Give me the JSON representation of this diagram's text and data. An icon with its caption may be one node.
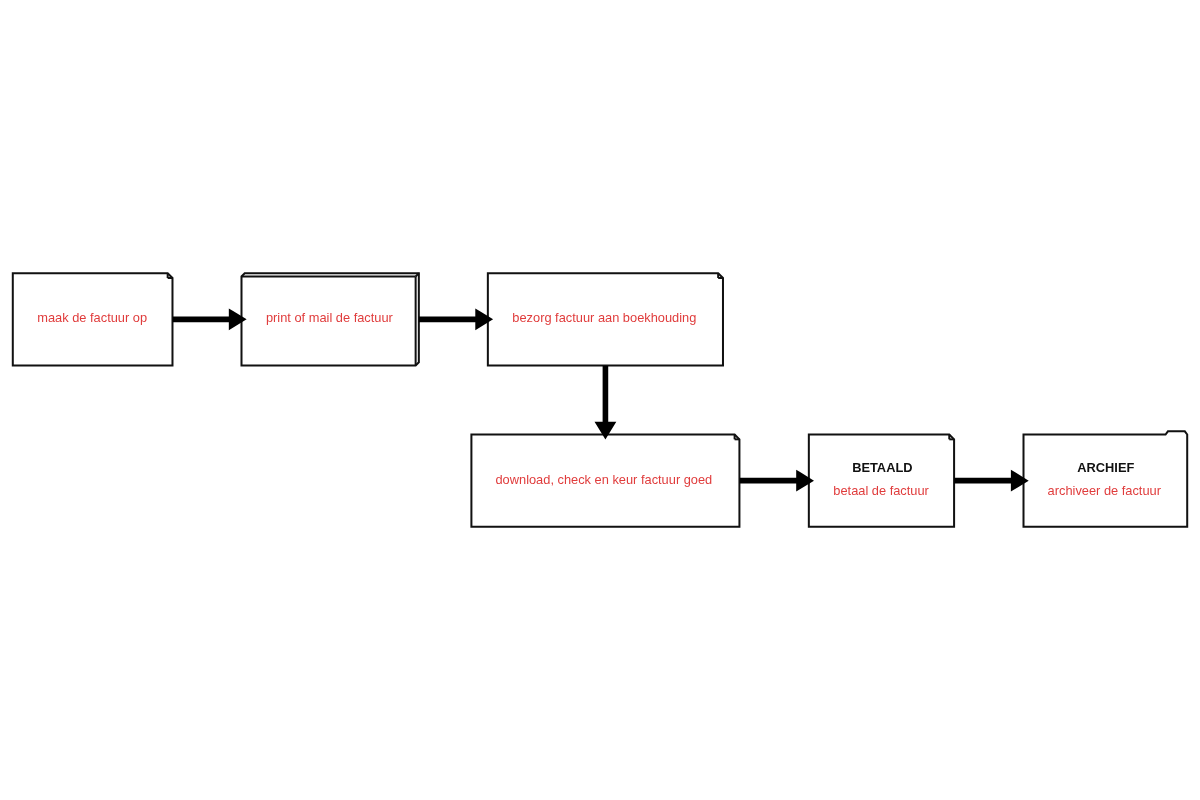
{
  "diagram": {
    "nodes": [
      {
        "text": [
          "maak de factuur op"
        ]
      },
      {
        "text": [
          "print of mail de factuur"
        ]
      },
      {
        "text": [
          "bezorg factuur aan boekhouding"
        ]
      },
      {
        "text": [
          "download, check en keur factuur goed"
        ]
      },
      {
        "text": [
          "BETAALD",
          "betaal de factuur"
        ]
      },
      {
        "text": [
          "ARCHIEF",
          "archiveer de factuur"
        ]
      }
    ],
    "edges": [
      {
        "from": 0,
        "to": 1,
        "arrow": "to"
      },
      {
        "from": 1,
        "to": 2,
        "arrow": "to"
      },
      {
        "from": 2,
        "to": 3,
        "arrow": "to"
      },
      {
        "from": 3,
        "to": 4,
        "arrow": "to"
      },
      {
        "from": 4,
        "to": 5,
        "arrow": "to"
      }
    ]
  }
}
